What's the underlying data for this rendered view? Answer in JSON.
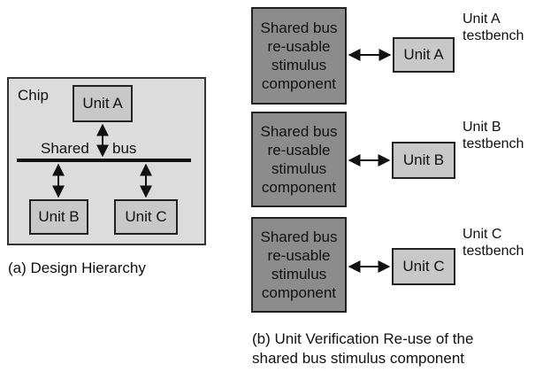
{
  "design_hierarchy": {
    "chip_label": "Chip",
    "bus_word_1": "Shared",
    "bus_word_2": "bus",
    "unit_a": "Unit A",
    "unit_b": "Unit B",
    "unit_c": "Unit C",
    "caption": "(a) Design Hierarchy"
  },
  "unit_verification": {
    "testbenches": [
      {
        "stimulus": "Shared bus\nre-usable\nstimulus\ncomponent",
        "unit": "Unit A",
        "label": "Unit A\ntestbench"
      },
      {
        "stimulus": "Shared bus\nre-usable\nstimulus\ncomponent",
        "unit": "Unit B",
        "label": "Unit B\ntestbench"
      },
      {
        "stimulus": "Shared bus\nre-usable\nstimulus\ncomponent",
        "unit": "Unit C",
        "label": "Unit C\ntestbench"
      }
    ],
    "caption_line_1": "(b) Unit Verification Re-use of the",
    "caption_line_2": "shared bus stimulus component"
  }
}
